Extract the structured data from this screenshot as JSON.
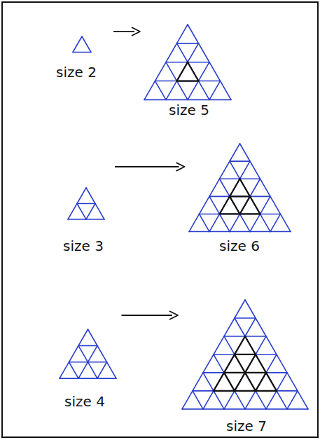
{
  "diagram": {
    "nodes": [
      {
        "text": [
          "size 2"
        ]
      },
      {
        "text": [
          "size 5"
        ]
      },
      {
        "text": [
          "size 3"
        ]
      },
      {
        "text": [
          "size 6"
        ]
      },
      {
        "text": [
          "size 4"
        ]
      },
      {
        "text": [
          "size 7"
        ]
      }
    ],
    "edges": [
      {
        "from": 0,
        "to": 1,
        "arrow": "to"
      },
      {
        "from": 2,
        "to": 3,
        "arrow": "to"
      },
      {
        "from": 4,
        "to": 5,
        "arrow": "to"
      }
    ]
  }
}
